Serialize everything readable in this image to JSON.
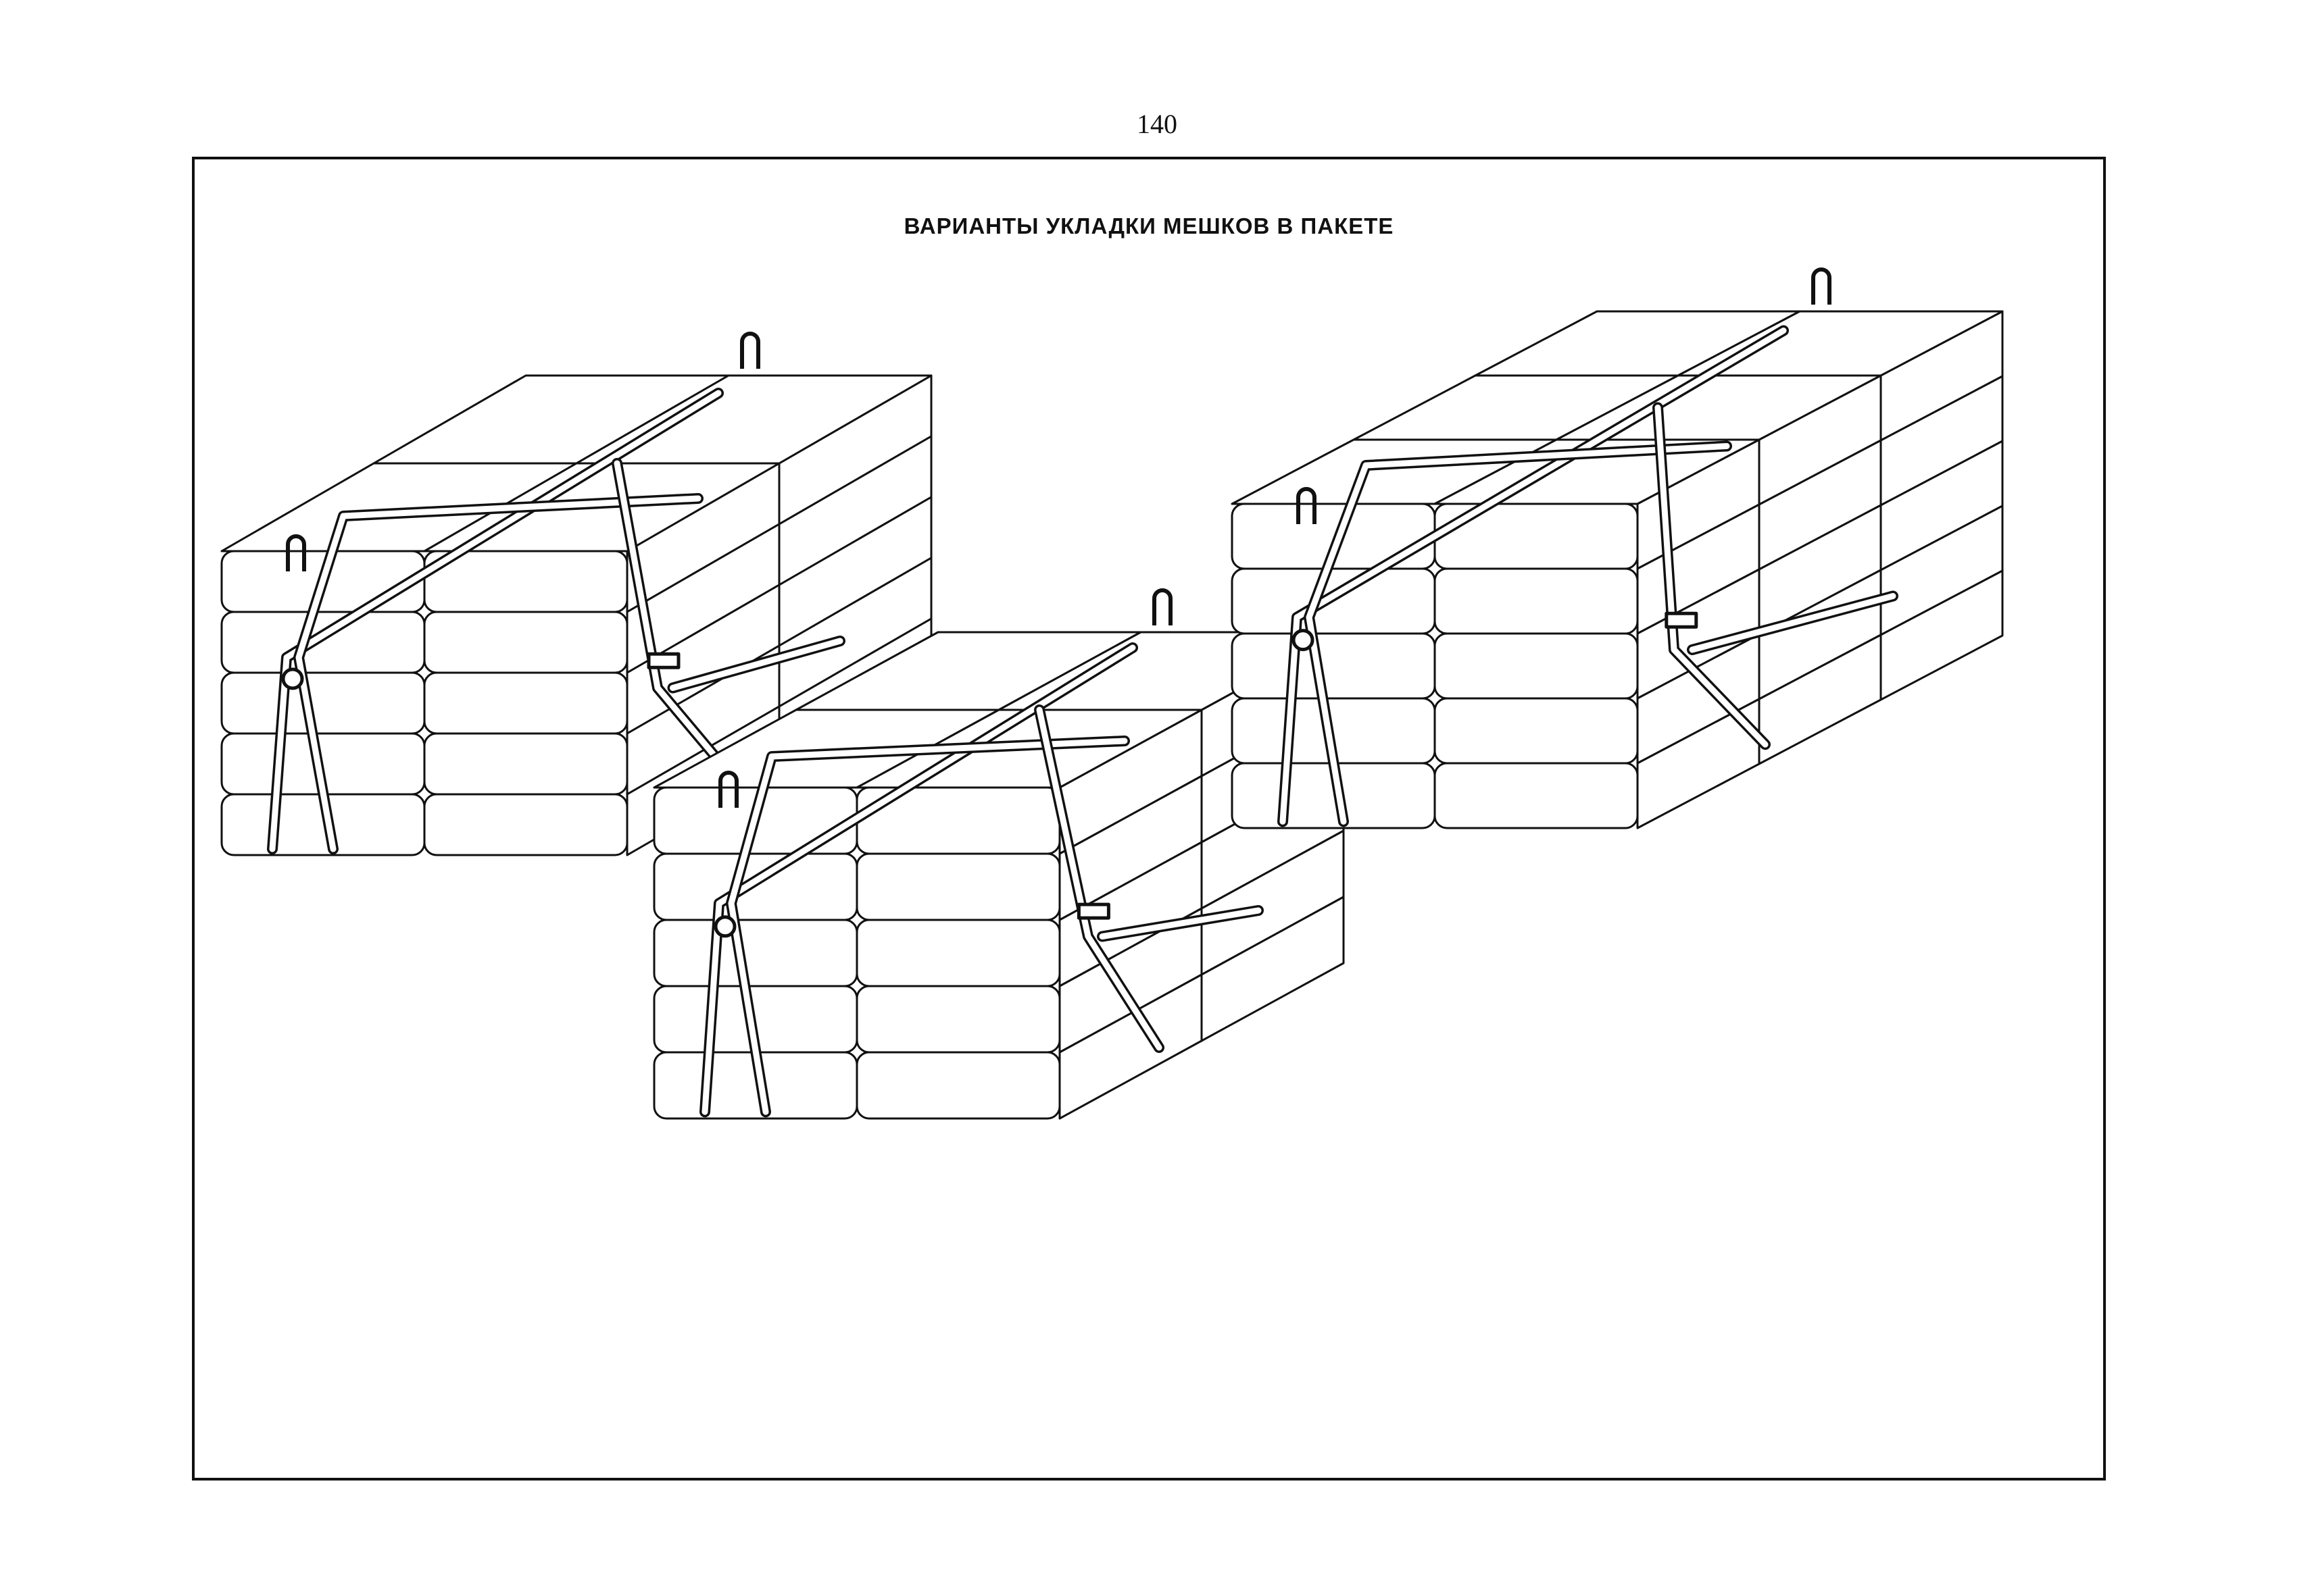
{
  "page": {
    "number": "140"
  },
  "figure": {
    "title": "ВАРИАНТЫ УКЛАДКИ МЕШКОВ В ПАКЕТЕ",
    "ink_color": "#111111",
    "paper_color": "#ffffff",
    "variants": [
      {
        "id": "left",
        "rows_visible": 5,
        "columns_visible": 2,
        "depth_columns": 2,
        "sling": "cross-tied with loop and hook"
      },
      {
        "id": "center",
        "rows_visible": 5,
        "columns_visible": 2,
        "depth_columns": 2,
        "sling": "cross-tied with loop and buckle"
      },
      {
        "id": "right",
        "rows_visible": 5,
        "columns_visible": 2,
        "depth_columns": 3,
        "sling": "cross-tied with loop and buckle"
      }
    ]
  }
}
